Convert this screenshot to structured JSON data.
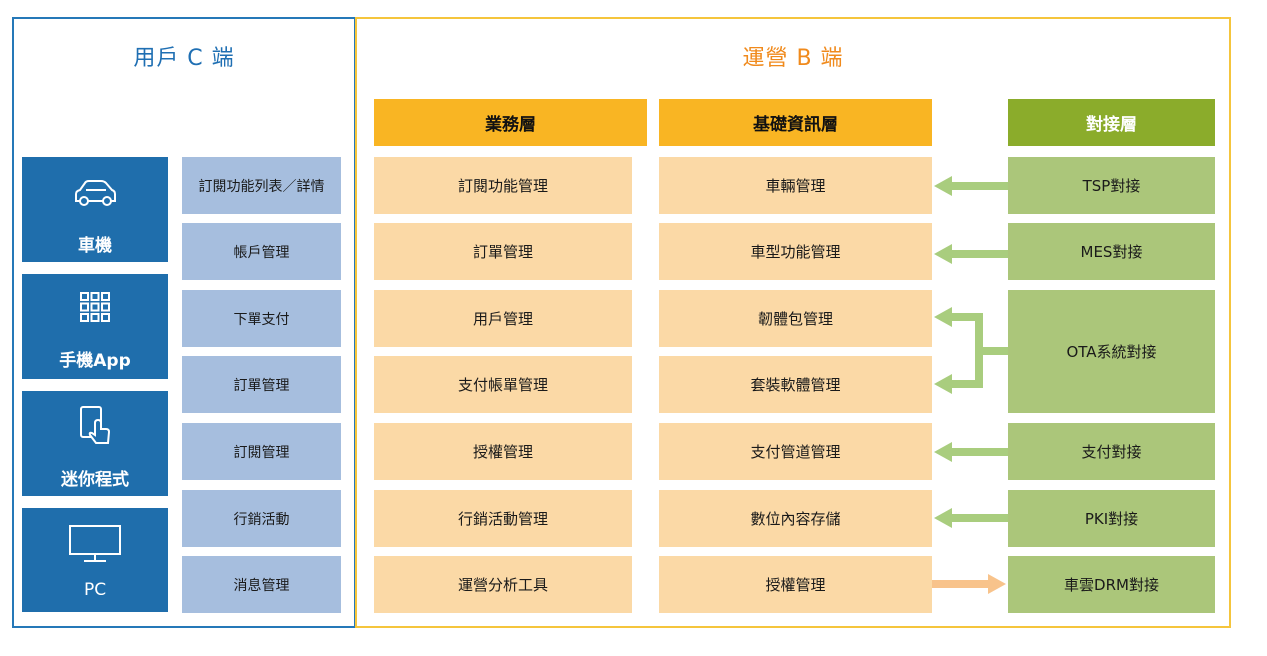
{
  "user_side": {
    "title": "用戶 C 端",
    "devices": [
      {
        "label": "車機",
        "icon": "car-icon"
      },
      {
        "label": "手機App",
        "icon": "app-grid-icon"
      },
      {
        "label": "迷你程式",
        "icon": "phone-tap-icon"
      },
      {
        "label": "PC",
        "icon": "monitor-icon"
      }
    ],
    "features": [
      "訂閱功能列表／詳情",
      "帳戶管理",
      "下單支付",
      "訂單管理",
      "訂閱管理",
      "行銷活動",
      "消息管理"
    ]
  },
  "ops_side": {
    "title": "運營 B 端",
    "business_layer": {
      "header": "業務層",
      "items": [
        "訂閱功能管理",
        "訂單管理",
        "用戶管理",
        "支付帳單管理",
        "授權管理",
        "行銷活動管理",
        "運營分析工具"
      ]
    },
    "info_layer": {
      "header": "基礎資訊層",
      "items": [
        "車輛管理",
        "車型功能管理",
        "韌體包管理",
        "套裝軟體管理",
        "支付管道管理",
        "數位內容存儲",
        "授權管理"
      ]
    },
    "integration_layer": {
      "header": "對接層",
      "items": [
        "TSP對接",
        "MES對接",
        "OTA系統對接",
        "支付對接",
        "PKI對接",
        "車雲DRM對接"
      ]
    }
  },
  "colors": {
    "blue_border": "#2578b8",
    "blue_device": "#1f6eac",
    "blue_feature": "#a6bede",
    "gold_border": "#f5c53c",
    "gold_header": "#f9b523",
    "peach_cell": "#fbd9a6",
    "green_header": "#8bac2b",
    "green_cell": "#abc67a",
    "green_arrow": "#a9cd7e",
    "orange_arrow": "#f8c38b"
  }
}
